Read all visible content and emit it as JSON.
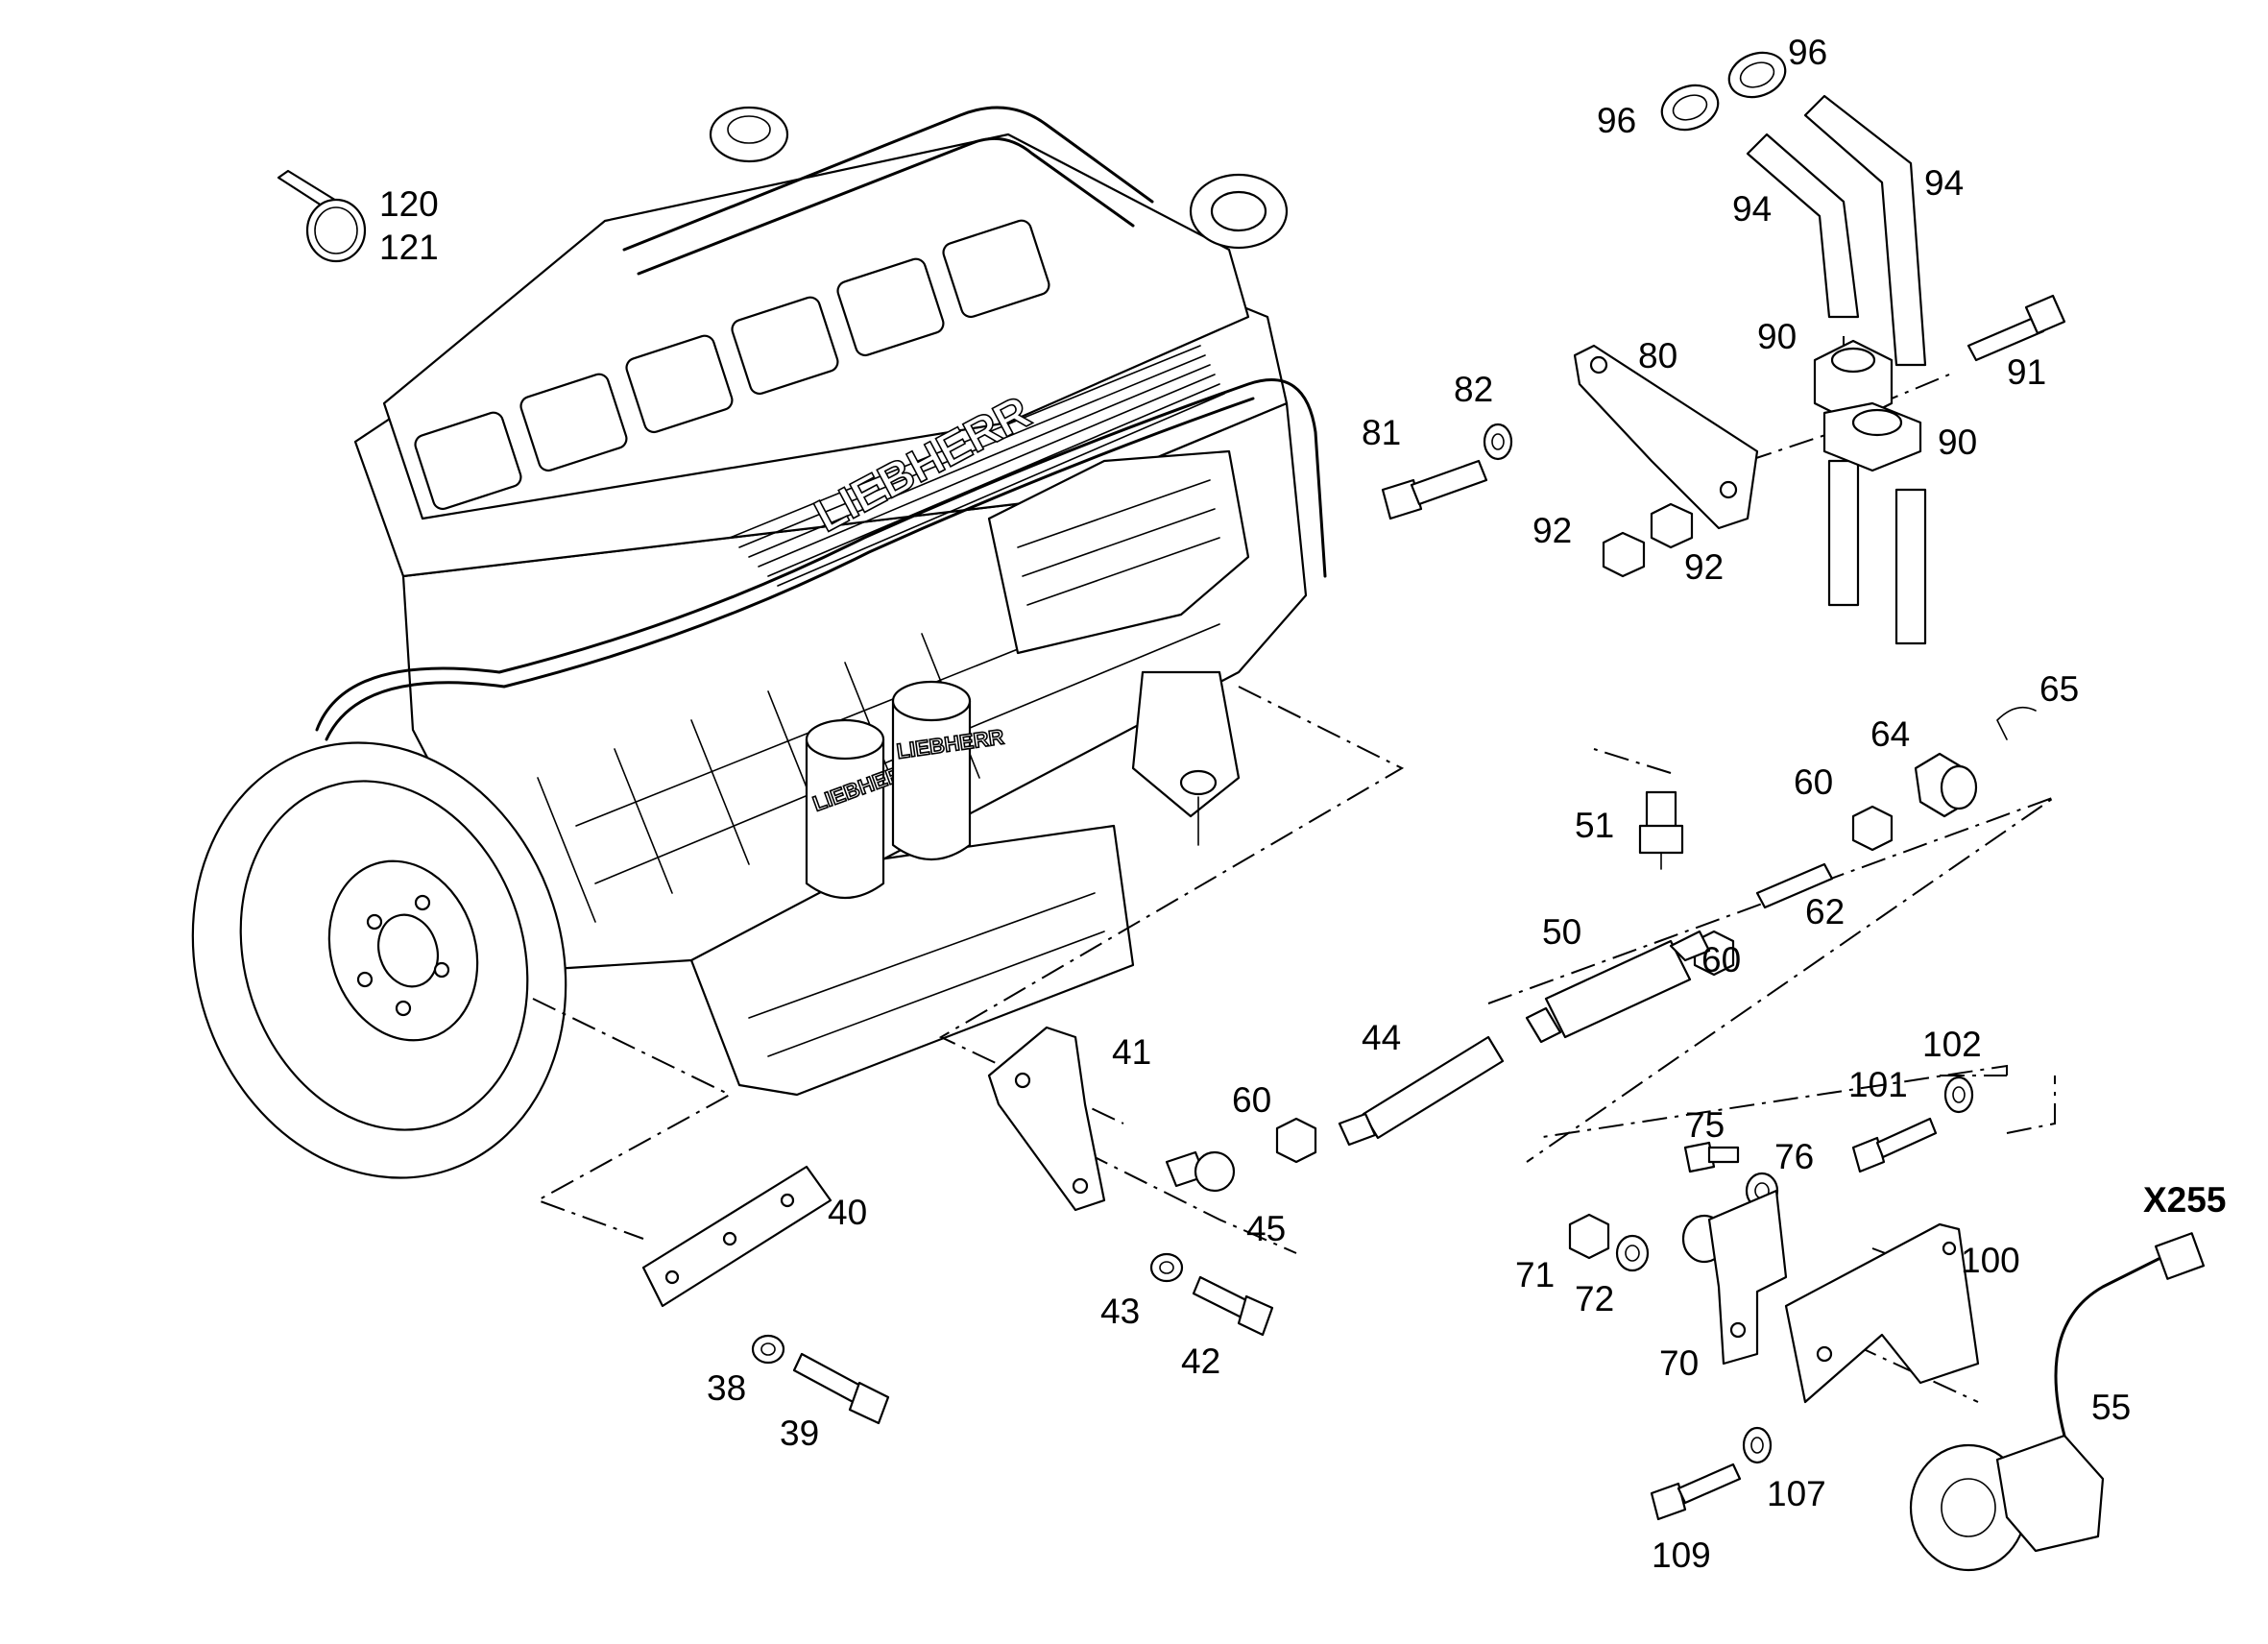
{
  "brand_markings": {
    "engine_cover": "LIEBHERR",
    "filter_left": "LIEBHERR",
    "filter_right": "LIEBHERR"
  },
  "connector_label": "X255",
  "part_labels": {
    "p120": "120",
    "p121": "121",
    "p96a": "96",
    "p96b": "96",
    "p94a": "94",
    "p94b": "94",
    "p90a": "90",
    "p90b": "90",
    "p91": "91",
    "p80": "80",
    "p81": "81",
    "p82": "82",
    "p92a": "92",
    "p92b": "92",
    "p65": "65",
    "p64": "64",
    "p60a": "60",
    "p51": "51",
    "p62": "62",
    "p50": "50",
    "p60b": "60",
    "p41": "41",
    "p44": "44",
    "p60c": "60",
    "p45": "45",
    "p102": "102",
    "p101": "101",
    "p75": "75",
    "p76": "76",
    "p40": "40",
    "p43": "43",
    "p42": "42",
    "p71": "71",
    "p72": "72",
    "p100": "100",
    "p70": "70",
    "p38": "38",
    "p39": "39",
    "p55": "55",
    "p107": "107",
    "p109": "109"
  }
}
